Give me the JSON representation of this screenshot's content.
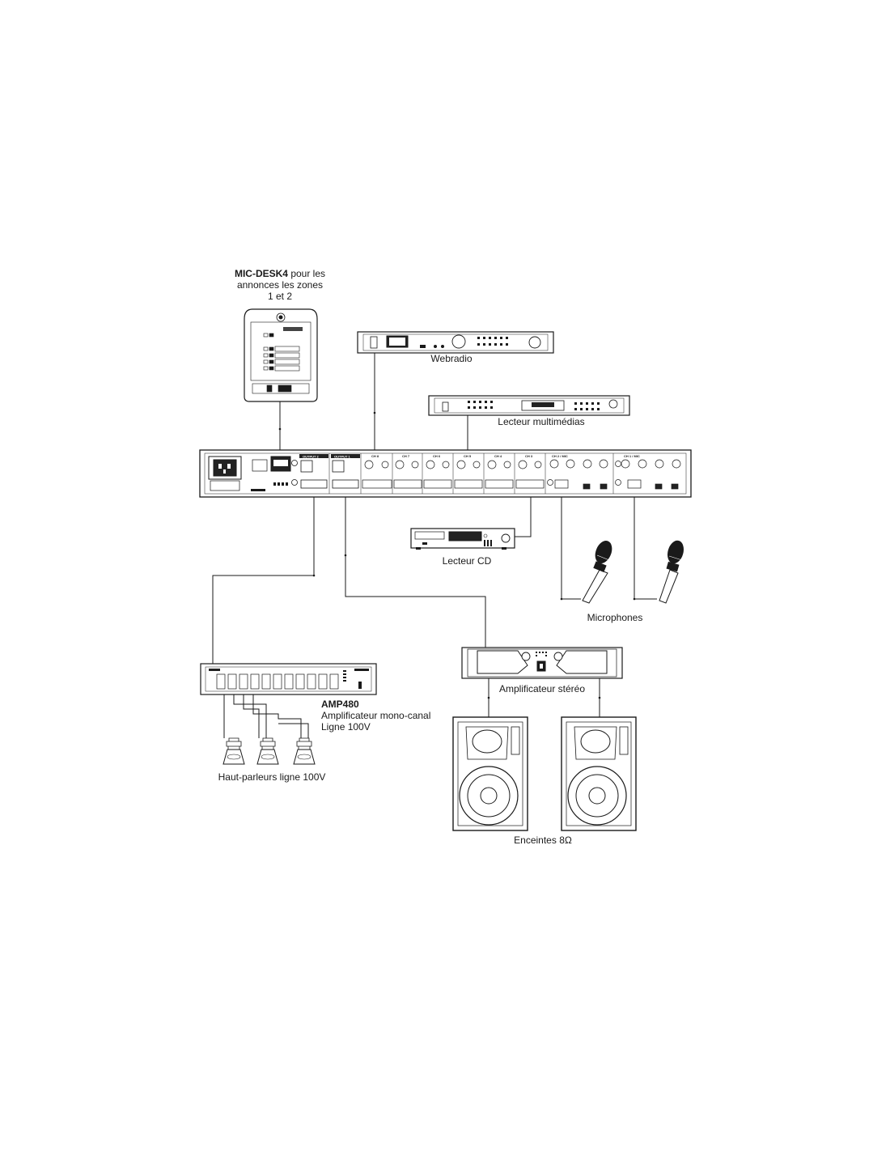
{
  "labels": {
    "micdesk_title": "MIC-DESK4",
    "micdesk_rest": " pour les",
    "micdesk_line2": "annonces les zones",
    "micdesk_line3": "1 et 2",
    "webradio": "Webradio",
    "lecteur_multimedias": "Lecteur multimédias",
    "lecteur_cd": "Lecteur CD",
    "microphones": "Microphones",
    "amp480_title": "AMP480",
    "amp480_line2": "Amplificateur mono-canal",
    "amp480_line3": "Ligne 100V",
    "ampli_stereo": "Amplificateur stéréo",
    "haut_parleurs": "Haut-parleurs ligne 100V",
    "enceintes": "Enceintes 8Ω"
  },
  "mixer_channels": [
    "CH 8",
    "CH 7",
    "CH 6",
    "CH 5",
    "CH 4",
    "CH 3",
    "CH 2 / MIC",
    "CH 1 / MIC"
  ],
  "mixer_outputs": [
    "OUTPUT 2",
    "OUTPUT 1"
  ],
  "colors": {
    "line": "#1a1a1a",
    "fill": "#ffffff",
    "panel": "#f2f2f2"
  }
}
